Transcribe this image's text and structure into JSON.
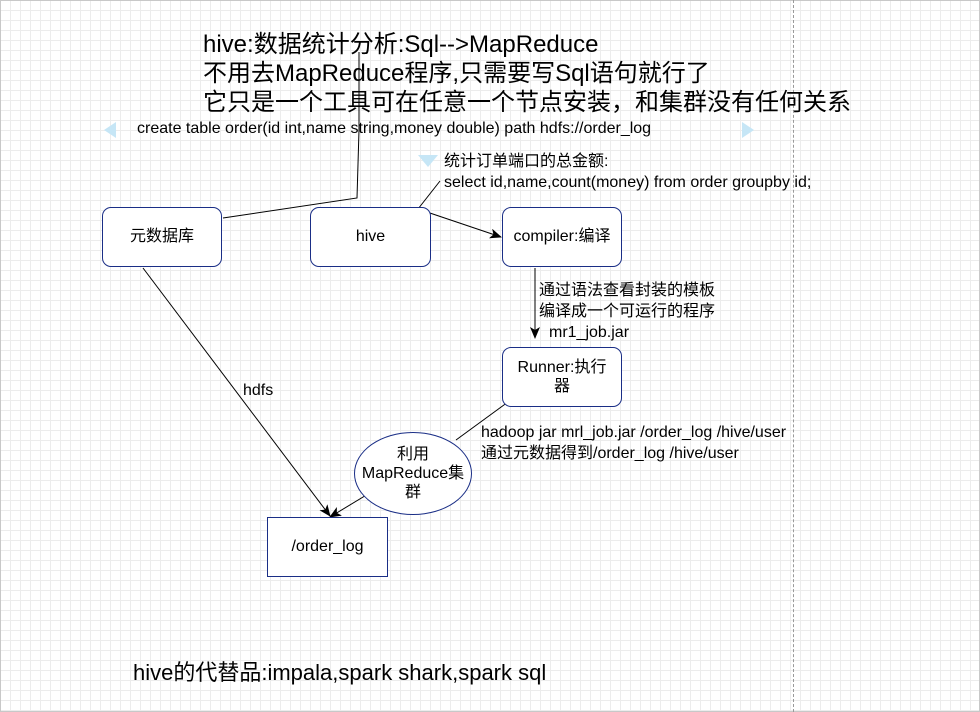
{
  "title_block": {
    "line1": "hive:数据统计分析:Sql-->MapReduce",
    "line2": "不用去MapReduce程序,只需要写Sql语句就行了",
    "line3": "它只是一个工具可在任意一个节点安装，和集群没有任何关系"
  },
  "create_stmt": "create table order(id int,name string,money double) path hdfs://order_log",
  "query_note": {
    "line1": "统计订单端口的总金额:",
    "line2": "select id,name,count(money) from order groupby id;"
  },
  "nodes": {
    "metastore": "元数据库",
    "hive": "hive",
    "compiler": "compiler:编译",
    "runner_line1": "Runner:执行",
    "runner_line2": "器",
    "cluster_line1": "利用",
    "cluster_line2": "MapReduce集",
    "cluster_line3": "群",
    "order_log": "/order_log"
  },
  "compile_note": {
    "line1": "通过语法查看封装的模板",
    "line2": "编译成一个可运行的程序",
    "line3": "mr1_job.jar"
  },
  "hdfs_label": "hdfs",
  "run_note": {
    "line1": "hadoop jar mrl_job.jar  /order_log /hive/user",
    "line2": "通过元数据得到/order_log /hive/user"
  },
  "footer": "hive的代替品:impala,spark shark,spark sql",
  "colors": {
    "node_border": "#1a2e86",
    "edge": "#000000",
    "marker_fill": "#c6e6f6"
  }
}
